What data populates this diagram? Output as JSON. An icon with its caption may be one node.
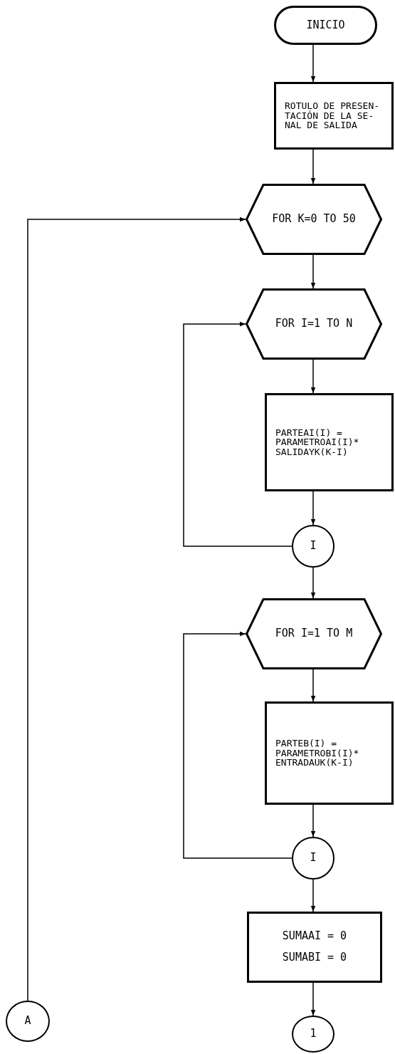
{
  "diagram": {
    "nodes": [
      {
        "text": [
          "INICIO"
        ]
      },
      {
        "text": [
          "ROTULO DE PRESEN- TACIÓN DE LA SE- NAL DE SALIDA"
        ]
      },
      {
        "text": [
          "FOR K=0 TO 50"
        ]
      },
      {
        "text": [
          "FOR I=1 TO N"
        ]
      },
      {
        "text": [
          "PARTEAI(I) = PARAMETROAI(I)* SALIDAYK(K-I)"
        ]
      },
      {
        "text": [
          "I"
        ]
      },
      {
        "text": [
          "FOR I=1 TO M"
        ]
      },
      {
        "text": [
          "PARTEB(I) = PARAMETROBI(I)* ENTRADAUK(K-I)"
        ]
      },
      {
        "text": [
          "I"
        ]
      },
      {
        "text": [
          "SUMAAI = 0",
          "SUMABI = 0"
        ]
      },
      {
        "text": [
          "A"
        ]
      },
      {
        "text": [
          "1"
        ]
      }
    ],
    "edges": [
      {
        "from": 0,
        "to": 1,
        "arrow": "to"
      },
      {
        "from": 1,
        "to": 2,
        "arrow": "to"
      },
      {
        "from": 2,
        "to": 3,
        "arrow": "to"
      },
      {
        "from": 3,
        "to": 4,
        "arrow": "to"
      },
      {
        "from": 4,
        "to": 5,
        "arrow": "to"
      },
      {
        "from": 5,
        "to": 3,
        "arrow": "to"
      },
      {
        "from": 5,
        "to": 6,
        "arrow": "to"
      },
      {
        "from": 6,
        "to": 7,
        "arrow": "to"
      },
      {
        "from": 7,
        "to": 8,
        "arrow": "to"
      },
      {
        "from": 8,
        "to": 6,
        "arrow": "to"
      },
      {
        "from": 8,
        "to": 9,
        "arrow": "to"
      },
      {
        "from": 9,
        "to": 11,
        "arrow": "to"
      },
      {
        "from": 10,
        "to": 2,
        "arrow": "to"
      }
    ]
  }
}
